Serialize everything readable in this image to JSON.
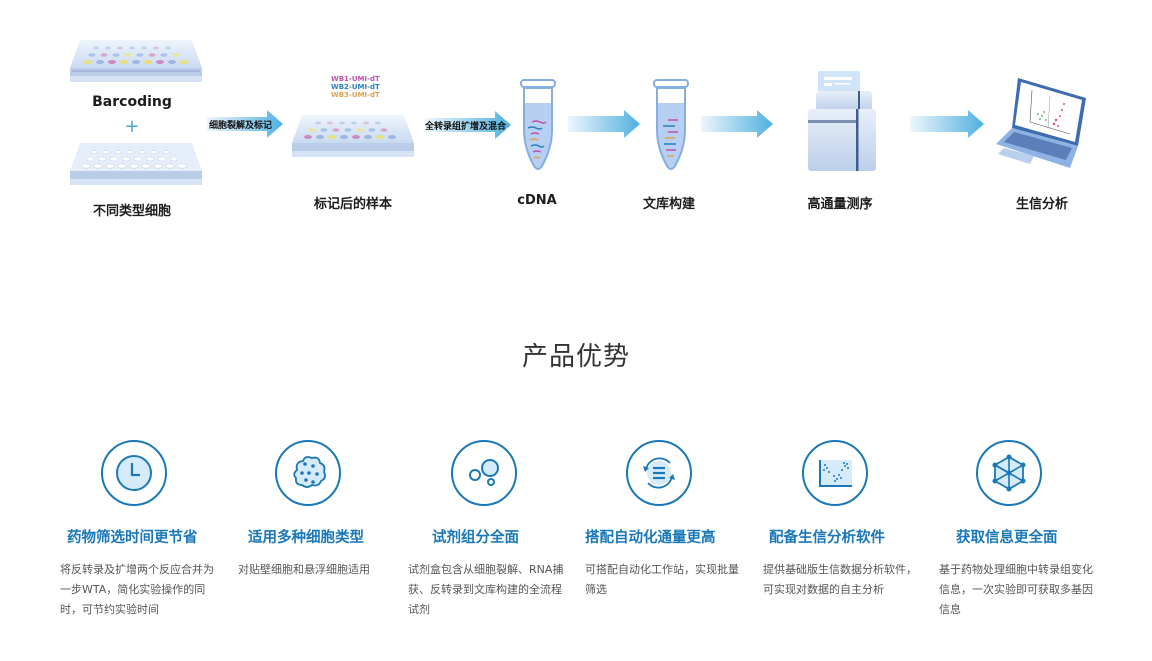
{
  "workflow": {
    "barcoding_label": "Barcoding",
    "plus": "+",
    "step1_label": "不同类型细胞",
    "arrow1_label": "细胞裂解及标记",
    "wb_labels": [
      "WB1-UMI-dT",
      "WB2-UMI-dT",
      "WB3-UMI-dT"
    ],
    "wb_colors": [
      "#c04fb0",
      "#2a7fc0",
      "#e0a050"
    ],
    "step2_label": "标记后的样本",
    "arrow2_label": "全转录组扩增及混合",
    "step3_label": "cDNA",
    "step4_label": "文库构建",
    "step5_label": "高通量测序",
    "step6_label": "生信分析"
  },
  "section_title": "产品优势",
  "accent_color": "#1a78b8",
  "features": [
    {
      "icon": "clock-icon",
      "title": "药物筛选时间更节省",
      "desc": "将反转录及扩增两个反应合并为一步WTA，简化实验操作的同时，可节约实验时间"
    },
    {
      "icon": "cell-cluster-icon",
      "title": "适用多种细胞类型",
      "desc": "对贴壁细胞和悬浮细胞适用"
    },
    {
      "icon": "bubbles-icon",
      "title": "试剂组分全面",
      "desc": "试剂盒包含从细胞裂解、RNA捕获、反转录到文库构建的全流程试剂"
    },
    {
      "icon": "automation-cycle-icon",
      "title": "搭配自动化通量更高",
      "desc": "可搭配自动化工作站，实现批量筛选"
    },
    {
      "icon": "scatter-plot-icon",
      "title": "配备生信分析软件",
      "desc": "提供基础版生信数据分析软件，可实现对数据的自主分析"
    },
    {
      "icon": "network-cube-icon",
      "title": "获取信息更全面",
      "desc": "基于药物处理细胞中转录组变化信息，一次实验即可获取多基因信息"
    }
  ]
}
